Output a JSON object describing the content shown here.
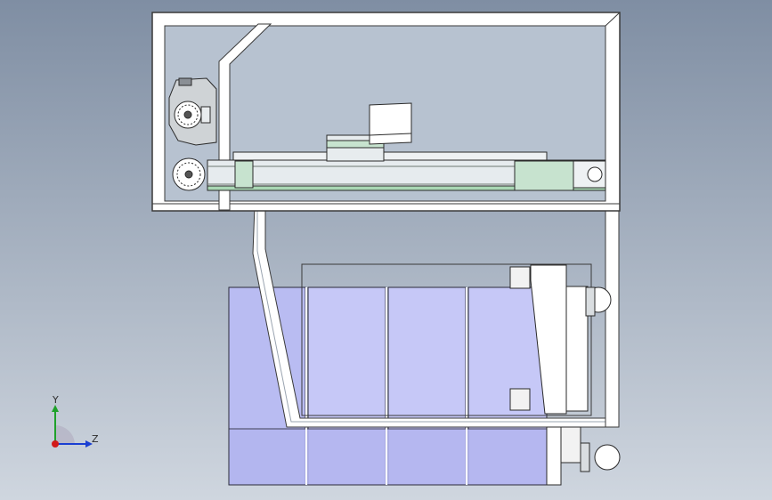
{
  "colors": {
    "background_top": "#7f8ea3",
    "background_bottom": "#cfd6df",
    "frame": "#ffffff",
    "frame_edge": "#3a3a3a",
    "frame_inner": "#b9c4d2",
    "rail": "#e7ecef",
    "rail_accent": "#b9dcc3",
    "bin_fill": "#c4c6f7",
    "bin_fill_dark": "#b7b9f1",
    "bin_edge": "#2a2a3a",
    "axis_x": "#d21a1a",
    "axis_y": "#1fa12a",
    "axis_z": "#1a3fd2"
  },
  "triad": {
    "y_label": "Y",
    "z_label": "Z",
    "icon": "view-orientation-triad"
  }
}
